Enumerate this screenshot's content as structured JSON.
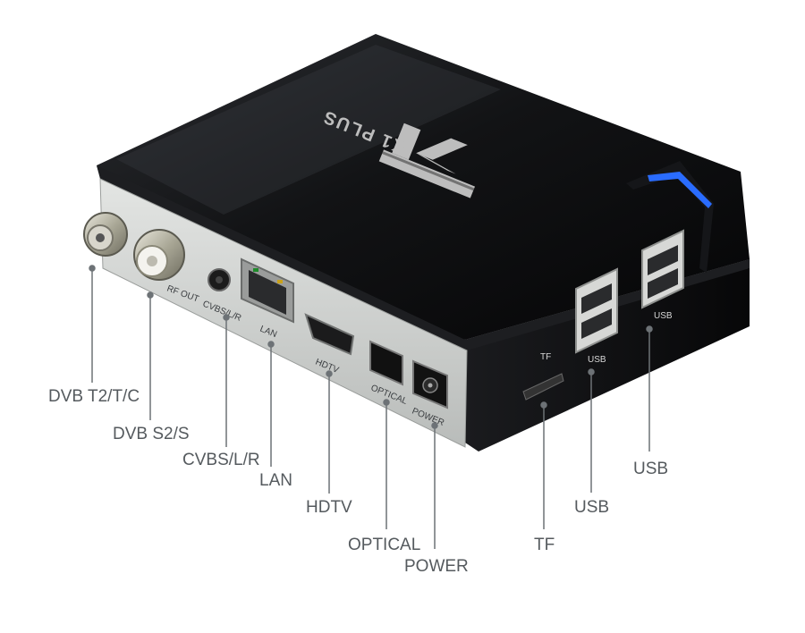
{
  "product": {
    "logo_text": "K1 PLUS",
    "rear_panel_labels": {
      "rf_out": "RF OUT",
      "cvbs": "CVBS/L/R",
      "lan": "LAN",
      "hdtv": "HDTV",
      "optical": "OPTICAL",
      "power": "POWER",
      "tf": "TF",
      "usb_side_1": "USB",
      "usb_side_2": "USB"
    }
  },
  "callouts": {
    "dvb_t2": "DVB T2/T/C",
    "dvb_s2": "DVB S2/S",
    "cvbs": "CVBS/L/R",
    "lan": "LAN",
    "hdtv": "HDTV",
    "optical": "OPTICAL",
    "power": "POWER",
    "tf": "TF",
    "usb_1": "USB",
    "usb_2": "USB"
  },
  "colors": {
    "body": "#0e0f11",
    "panel": "#cfd2d0",
    "callout_text": "#555a5e",
    "led": "#2a6cff"
  }
}
